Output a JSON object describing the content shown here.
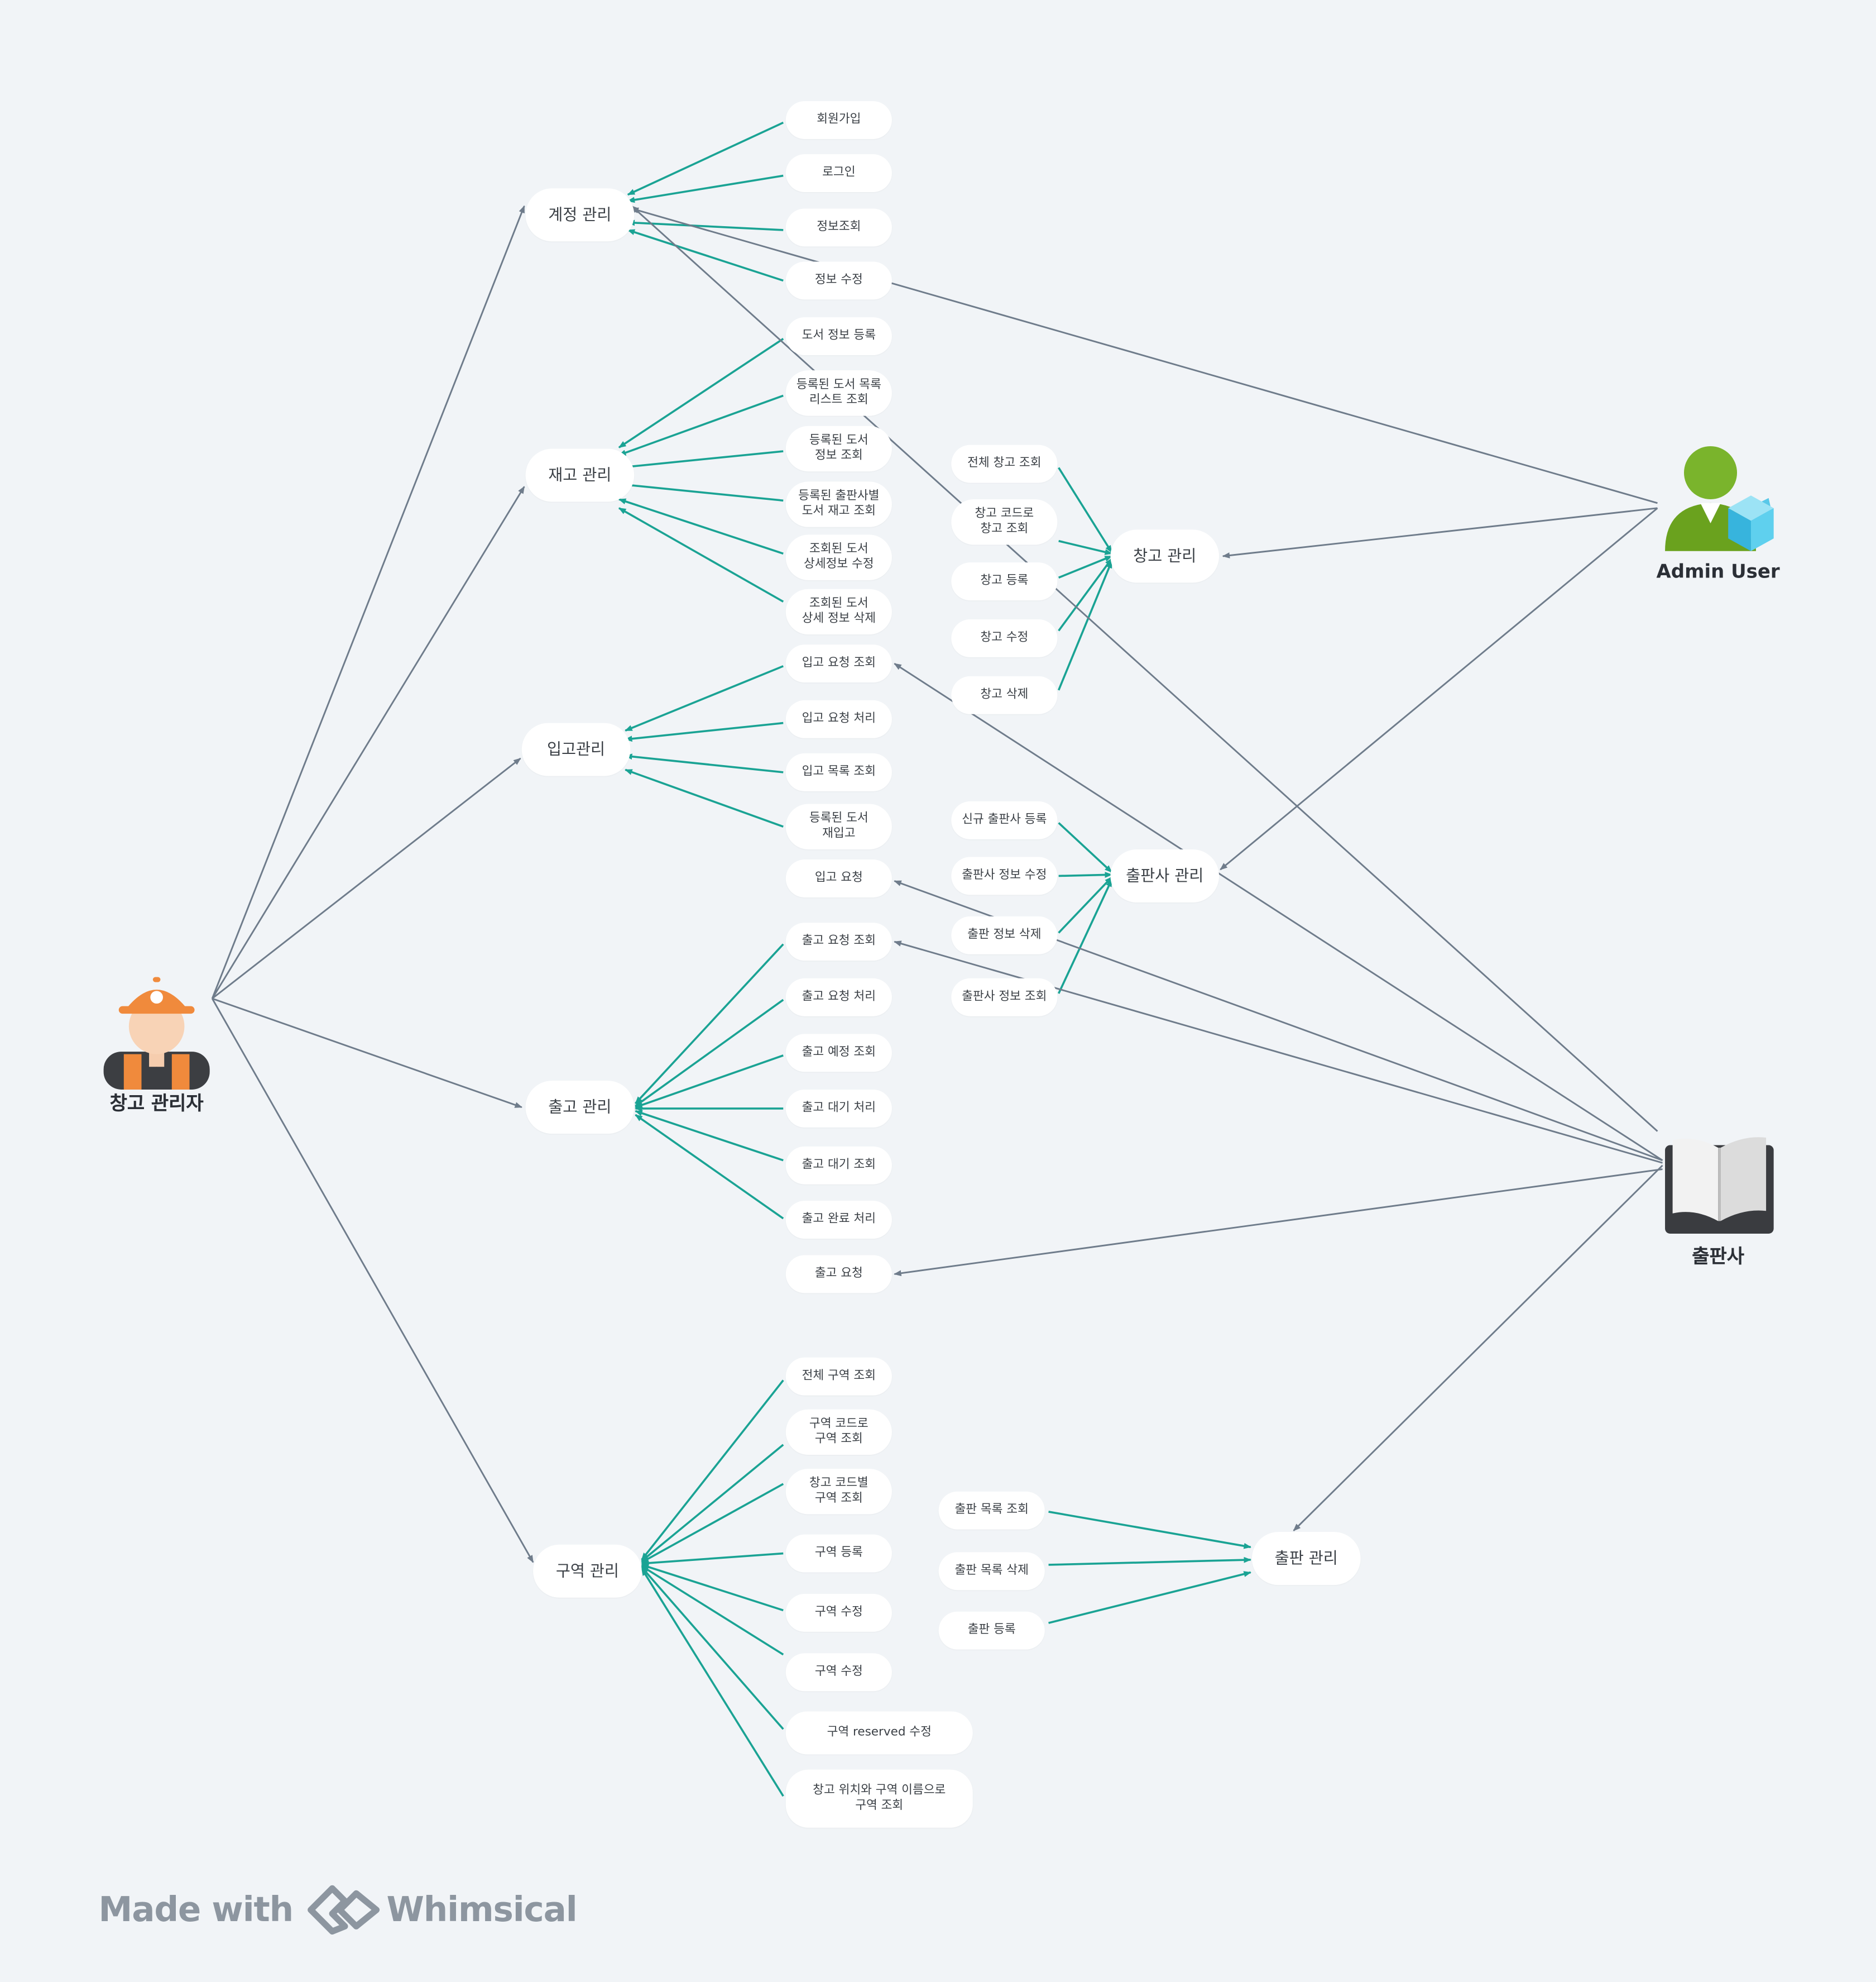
{
  "actors": {
    "warehouse_manager": "창고 관리자",
    "admin": "Admin User",
    "publisher": "출판사"
  },
  "groups": {
    "account": "계정 관리",
    "inventory": "재고 관리",
    "inbound": "입고관리",
    "outbound": "출고 관리",
    "zone": "구역 관리",
    "warehouse": "창고 관리",
    "publisher_mgmt": "출판사 관리",
    "publishing": "출판 관리"
  },
  "account": [
    "회원가입",
    "로그인",
    "정보조회",
    "정보 수정"
  ],
  "inventory": [
    "도서 정보 등록",
    "등록된 도서 목록\n리스트 조회",
    "등록된 도서\n정보 조회",
    "등록된 출판사별\n도서 재고 조회",
    "조회된 도서\n상세정보 수정",
    "조회된 도서\n상세 정보 삭제"
  ],
  "inbound": [
    "입고 요청 조회",
    "입고 요청 처리",
    "입고 목록 조회",
    "등록된 도서\n재입고"
  ],
  "inbound_request": "입고 요청",
  "outbound": [
    "출고 요청 조회",
    "출고 요청 처리",
    "출고 예정 조회",
    "출고 대기 처리",
    "출고 대기 조회",
    "출고 완료 처리"
  ],
  "outbound_request": "출고 요청",
  "zone": [
    "전체 구역 조회",
    "구역 코드로\n구역 조회",
    "창고 코드별\n구역 조회",
    "구역 등록",
    "구역 수정",
    "구역 수정",
    "구역 reserved 수정",
    "창고 위치와 구역 이름으로\n구역 조회"
  ],
  "warehouse": [
    "전체 창고 조회",
    "창고 코드로\n창고 조회",
    "창고 등록",
    "창고 수정",
    "창고 삭제"
  ],
  "publisher_mgmt": [
    "신규 출판사 등록",
    "출판사 정보 수정",
    "출판 정보 삭제",
    "출판사 정보 조회"
  ],
  "publishing": [
    "출판 목록 조회",
    "출판 목록 삭제",
    "출판 등록"
  ],
  "branding": {
    "made_with": "Made with",
    "brand": "Whimsical"
  },
  "colors": {
    "teal": "#1aa394",
    "slate": "#6f7c8b",
    "background": "#f1f4f7"
  }
}
